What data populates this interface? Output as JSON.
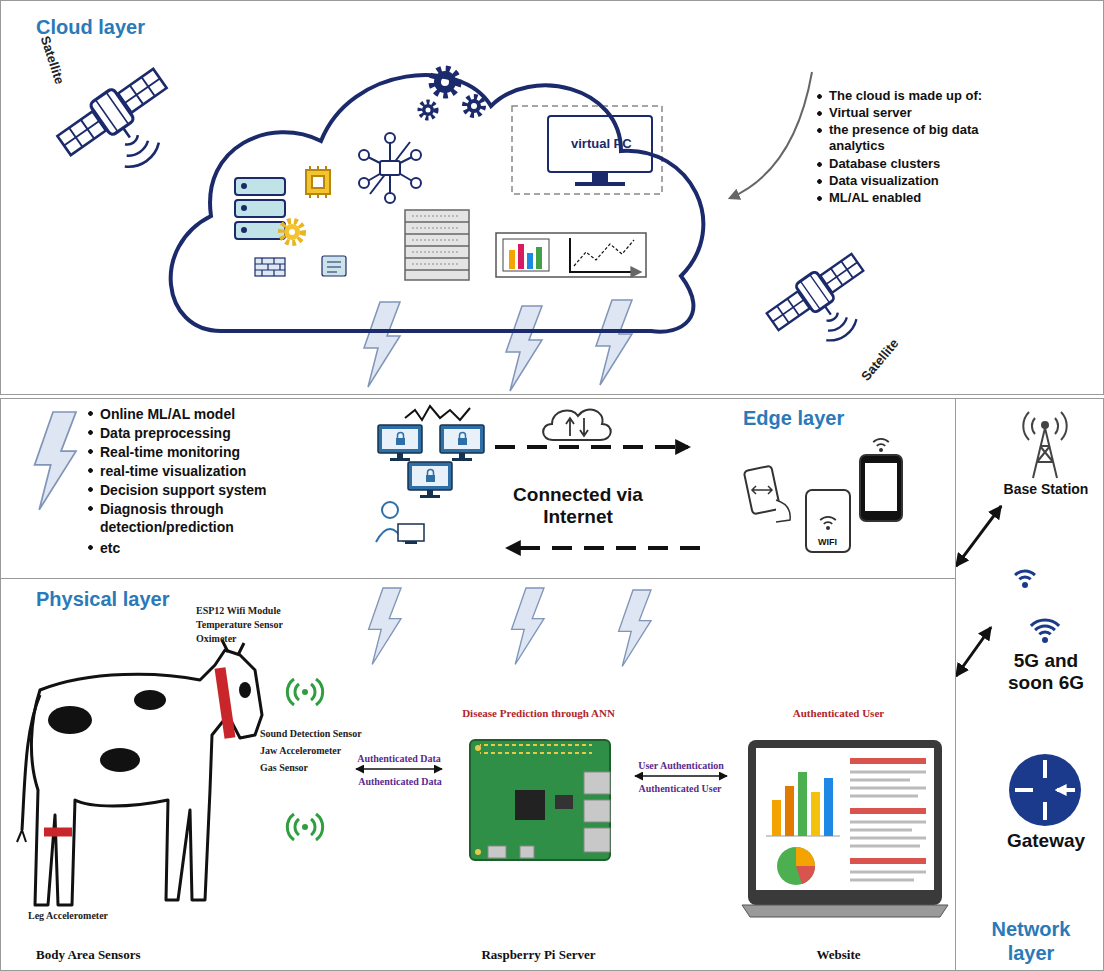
{
  "diagram": {
    "nodes": [
      {
        "text": [
          "Cloud layer"
        ]
      },
      {
        "text": [
          "virtual PC"
        ],
        "in": 0
      },
      {
        "text": [
          "Edge layer"
        ]
      },
      {
        "text": [
          "Physical layer"
        ]
      },
      {
        "text": [
          "Body Area Sensors"
        ],
        "in": 3
      },
      {
        "text": [
          "Disease Prediction through ANN",
          "Raspberry Pi Server"
        ],
        "in": 3
      },
      {
        "text": [
          "Authenticated User",
          "Website"
        ],
        "in": 3
      },
      {
        "text": [
          "Network layer"
        ]
      },
      {
        "text": [
          "Base Station"
        ],
        "in": 7
      },
      {
        "text": [
          "5G and soon 6G"
        ],
        "in": 7
      },
      {
        "text": [
          "Gateway"
        ],
        "in": 7
      }
    ],
    "edges": [
      {
        "from": 8,
        "to": 2,
        "arrow": "both"
      },
      {
        "from": 9,
        "to": 3,
        "arrow": "both"
      },
      {
        "from": 4,
        "to": 5,
        "label": "Authenticated Data",
        "arrow": "both"
      },
      {
        "from": 5,
        "to": 6,
        "label": "User Authentication",
        "arrow": "both"
      }
    ],
    "labels": [
      "Satellite",
      "Satellite",
      "The cloud is made up of:",
      "Virtual server",
      "the presence of big data analytics",
      "Database clusters",
      "Data visualization",
      "ML/AL enabled",
      "Online ML/AL model",
      "Data preprocessing",
      "Real-time monitoring",
      "real-time visualization",
      "Decision support system",
      "Diagnosis through detection/prediction",
      "etc",
      "Connected via Internet",
      "WIFI",
      "ESP12 Wifi Module",
      "Temperature Sensor",
      "Oximeter",
      "Sound Detection Sensor",
      "Jaw Accelerometer",
      "Gas Sensor",
      "Leg Accelerometer",
      "Authenticated Data",
      "Authenticated User"
    ]
  }
}
